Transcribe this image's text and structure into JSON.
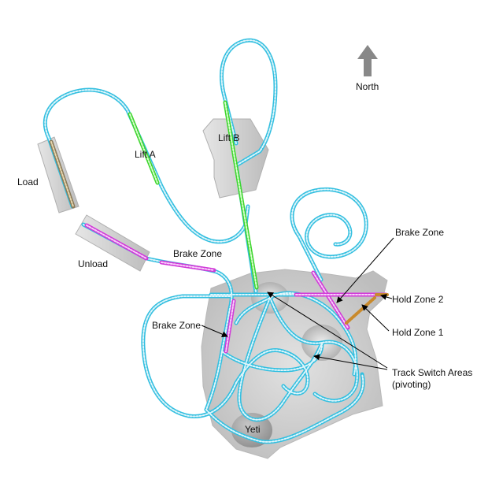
{
  "diagram": {
    "labels": {
      "load": "Load",
      "unload": "Unload",
      "lift_a": "Lift A",
      "lift_b": "Lift B",
      "brake_zone_1": "Brake Zone",
      "brake_zone_2": "Brake Zone",
      "brake_zone_3": "Brake Zone",
      "hold_zone_2": "Hold Zone 2",
      "hold_zone_1": "Hold Zone  1",
      "track_switch_line1": "Track Switch Areas",
      "track_switch_line2": "(pivoting)",
      "north": "North",
      "yeti": "Yeti"
    },
    "icons": {
      "north_arrow": "north-arrow-icon"
    },
    "colors": {
      "track": "#33bfe0",
      "lift": "#3fd52e",
      "brake": "#d13ad8",
      "hold": "#c98a2c",
      "load_track": "#8a7a5a",
      "mountain": "#d0d0d0",
      "building": "#cccccc",
      "arrow": "#888888"
    }
  }
}
